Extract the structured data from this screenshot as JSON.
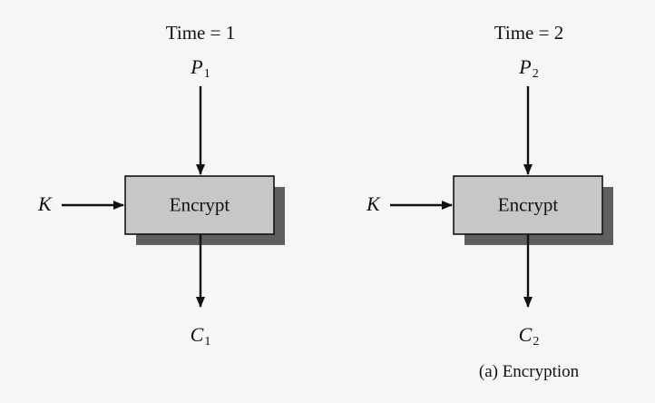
{
  "diagram": {
    "caption": "(a) Encryption",
    "colors": {
      "background": "#f6f6f6",
      "box_fill": "#c7c7c7",
      "box_shadow": "#5f5f5f",
      "stroke": "#111111"
    },
    "stages": [
      {
        "time_label": "Time = 1",
        "input": {
          "symbol": "P",
          "subscript": "1"
        },
        "key": {
          "symbol": "K"
        },
        "process_label": "Encrypt",
        "output": {
          "symbol": "C",
          "subscript": "1"
        }
      },
      {
        "time_label": "Time = 2",
        "input": {
          "symbol": "P",
          "subscript": "2"
        },
        "key": {
          "symbol": "K"
        },
        "process_label": "Encrypt",
        "output": {
          "symbol": "C",
          "subscript": "2"
        }
      }
    ]
  }
}
